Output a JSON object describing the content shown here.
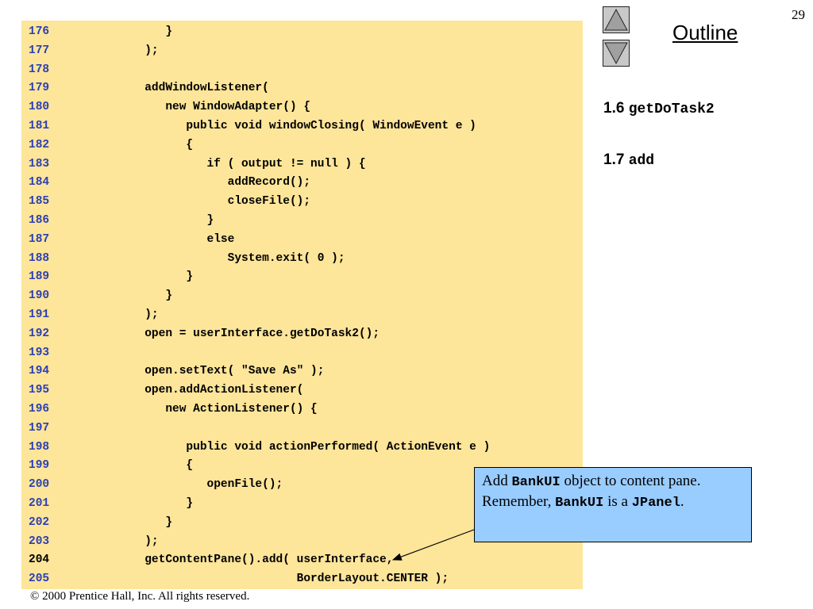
{
  "slide": {
    "page_number": "29",
    "footer": "© 2000 Prentice Hall, Inc.  All rights reserved."
  },
  "nav": {
    "up_icon": "triangle-up-icon",
    "down_icon": "triangle-down-icon"
  },
  "outline": {
    "title": "Outline",
    "items": [
      {
        "number": "1.6",
        "code": "getDoTask2"
      },
      {
        "number": "1.7",
        "code": "add"
      }
    ]
  },
  "code_lines": [
    {
      "num": "176",
      "code": "         }"
    },
    {
      "num": "177",
      "code": "      );"
    },
    {
      "num": "178",
      "code": ""
    },
    {
      "num": "179",
      "code": "      addWindowListener("
    },
    {
      "num": "180",
      "code": "         new WindowAdapter() {"
    },
    {
      "num": "181",
      "code": "            public void windowClosing( WindowEvent e )"
    },
    {
      "num": "182",
      "code": "            {"
    },
    {
      "num": "183",
      "code": "               if ( output != null ) {"
    },
    {
      "num": "184",
      "code": "                  addRecord();"
    },
    {
      "num": "185",
      "code": "                  closeFile();"
    },
    {
      "num": "186",
      "code": "               }"
    },
    {
      "num": "187",
      "code": "               else"
    },
    {
      "num": "188",
      "code": "                  System.exit( 0 );"
    },
    {
      "num": "189",
      "code": "            }"
    },
    {
      "num": "190",
      "code": "         }"
    },
    {
      "num": "191",
      "code": "      );"
    },
    {
      "num": "192",
      "code": "      open = userInterface.getDoTask2();"
    },
    {
      "num": "193",
      "code": ""
    },
    {
      "num": "194",
      "code": "      open.setText( \"Save As\" );"
    },
    {
      "num": "195",
      "code": "      open.addActionListener("
    },
    {
      "num": "196",
      "code": "         new ActionListener() {"
    },
    {
      "num": "197",
      "code": ""
    },
    {
      "num": "198",
      "code": "            public void actionPerformed( ActionEvent e )"
    },
    {
      "num": "199",
      "code": "            {"
    },
    {
      "num": "200",
      "code": "               openFile();"
    },
    {
      "num": "201",
      "code": "            }"
    },
    {
      "num": "202",
      "code": "         }"
    },
    {
      "num": "203",
      "code": "      );"
    },
    {
      "num": "204",
      "code": "      getContentPane().add( userInterface,",
      "highlight": true
    },
    {
      "num": "205",
      "code": "                            BorderLayout.CENTER );"
    }
  ],
  "callout": {
    "t1": "Add ",
    "c1": "BankUI",
    "t2": " object to content pane.  Remember, ",
    "c2": "BankUI",
    "t3": " is a ",
    "c3": "JPanel",
    "t4": "."
  }
}
